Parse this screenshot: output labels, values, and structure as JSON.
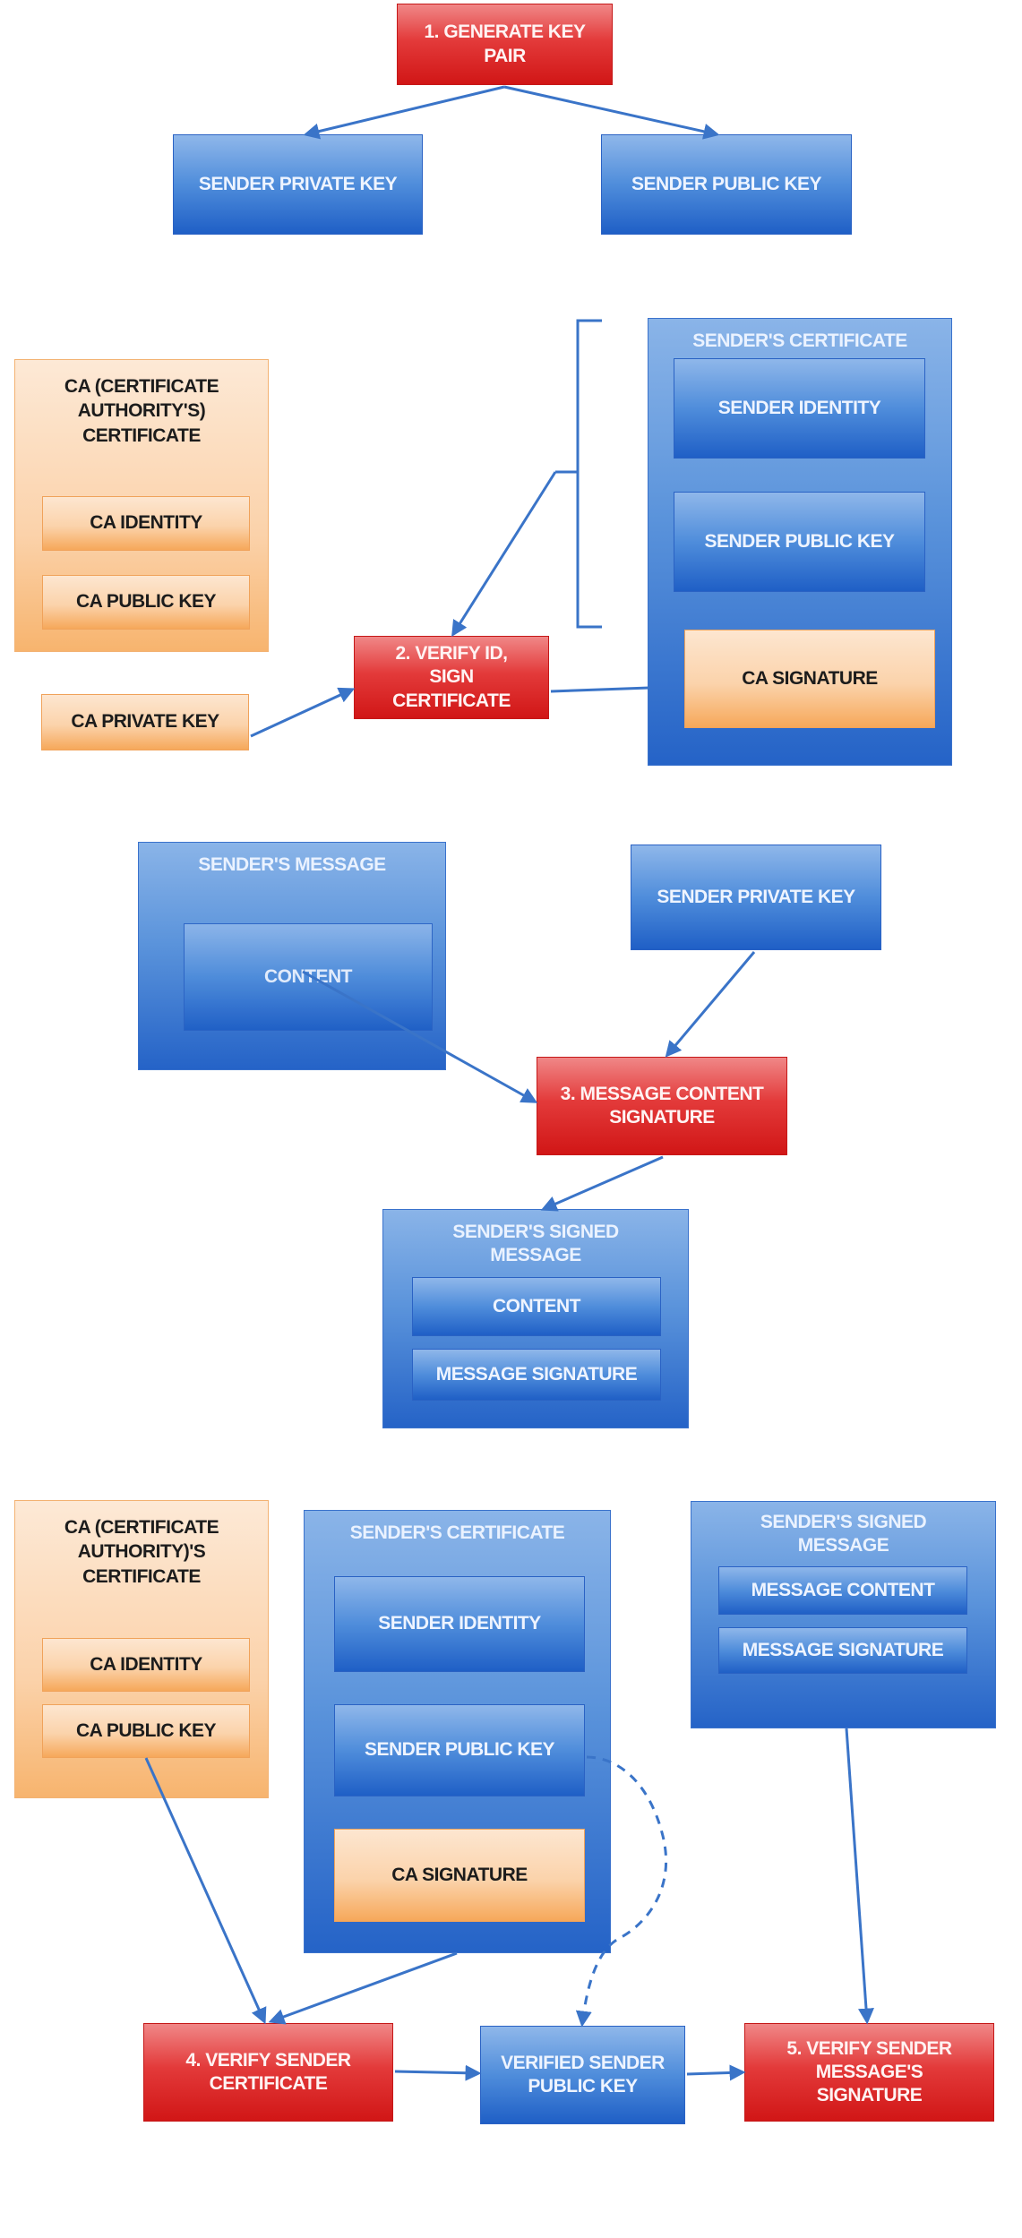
{
  "diagram": {
    "title": "Digital certificate and message signature workflow",
    "colors": {
      "process": "#d9252a",
      "data_item": "#2f6fd0",
      "ca_item": "#f8c48f",
      "arrow": "#3a74c8"
    },
    "step1": {
      "process": "1. GENERATE KEY PAIR",
      "outputs": [
        "SENDER PRIVATE KEY",
        "SENDER PUBLIC KEY"
      ]
    },
    "step2": {
      "ca_certificate": {
        "title": "CA (CERTIFICATE AUTHORITY'S) CERTIFICATE",
        "items": [
          "CA IDENTITY",
          "CA PUBLIC KEY"
        ]
      },
      "ca_private_key": "CA PRIVATE KEY",
      "process": "2. VERIFY ID, SIGN CERTIFICATE",
      "sender_certificate": {
        "title": "SENDER'S CERTIFICATE",
        "items": [
          "SENDER IDENTITY",
          "SENDER PUBLIC KEY"
        ],
        "signature": "CA SIGNATURE"
      }
    },
    "step3": {
      "sender_message": {
        "title": "SENDER'S MESSAGE",
        "items": [
          "CONTENT"
        ]
      },
      "sender_private_key": "SENDER PRIVATE KEY",
      "process": "3. MESSAGE CONTENT SIGNATURE",
      "signed_message": {
        "title": "SENDER'S SIGNED MESSAGE",
        "items": [
          "CONTENT",
          "MESSAGE SIGNATURE"
        ]
      }
    },
    "step4": {
      "ca_certificate": {
        "title": "CA (CERTIFICATE AUTHORITY)'S CERTIFICATE",
        "items": [
          "CA IDENTITY",
          "CA PUBLIC KEY"
        ]
      },
      "sender_certificate": {
        "title": "SENDER'S CERTIFICATE",
        "items": [
          "SENDER IDENTITY",
          "SENDER PUBLIC KEY"
        ],
        "signature": "CA SIGNATURE"
      },
      "signed_message": {
        "title": "SENDER'S SIGNED MESSAGE",
        "items": [
          "MESSAGE CONTENT",
          "MESSAGE SIGNATURE"
        ]
      },
      "process_verify_cert": "4. VERIFY SENDER CERTIFICATE",
      "verified_key": "VERIFIED SENDER PUBLIC KEY",
      "process_verify_sig": "5. VERIFY SENDER MESSAGE'S SIGNATURE"
    }
  }
}
